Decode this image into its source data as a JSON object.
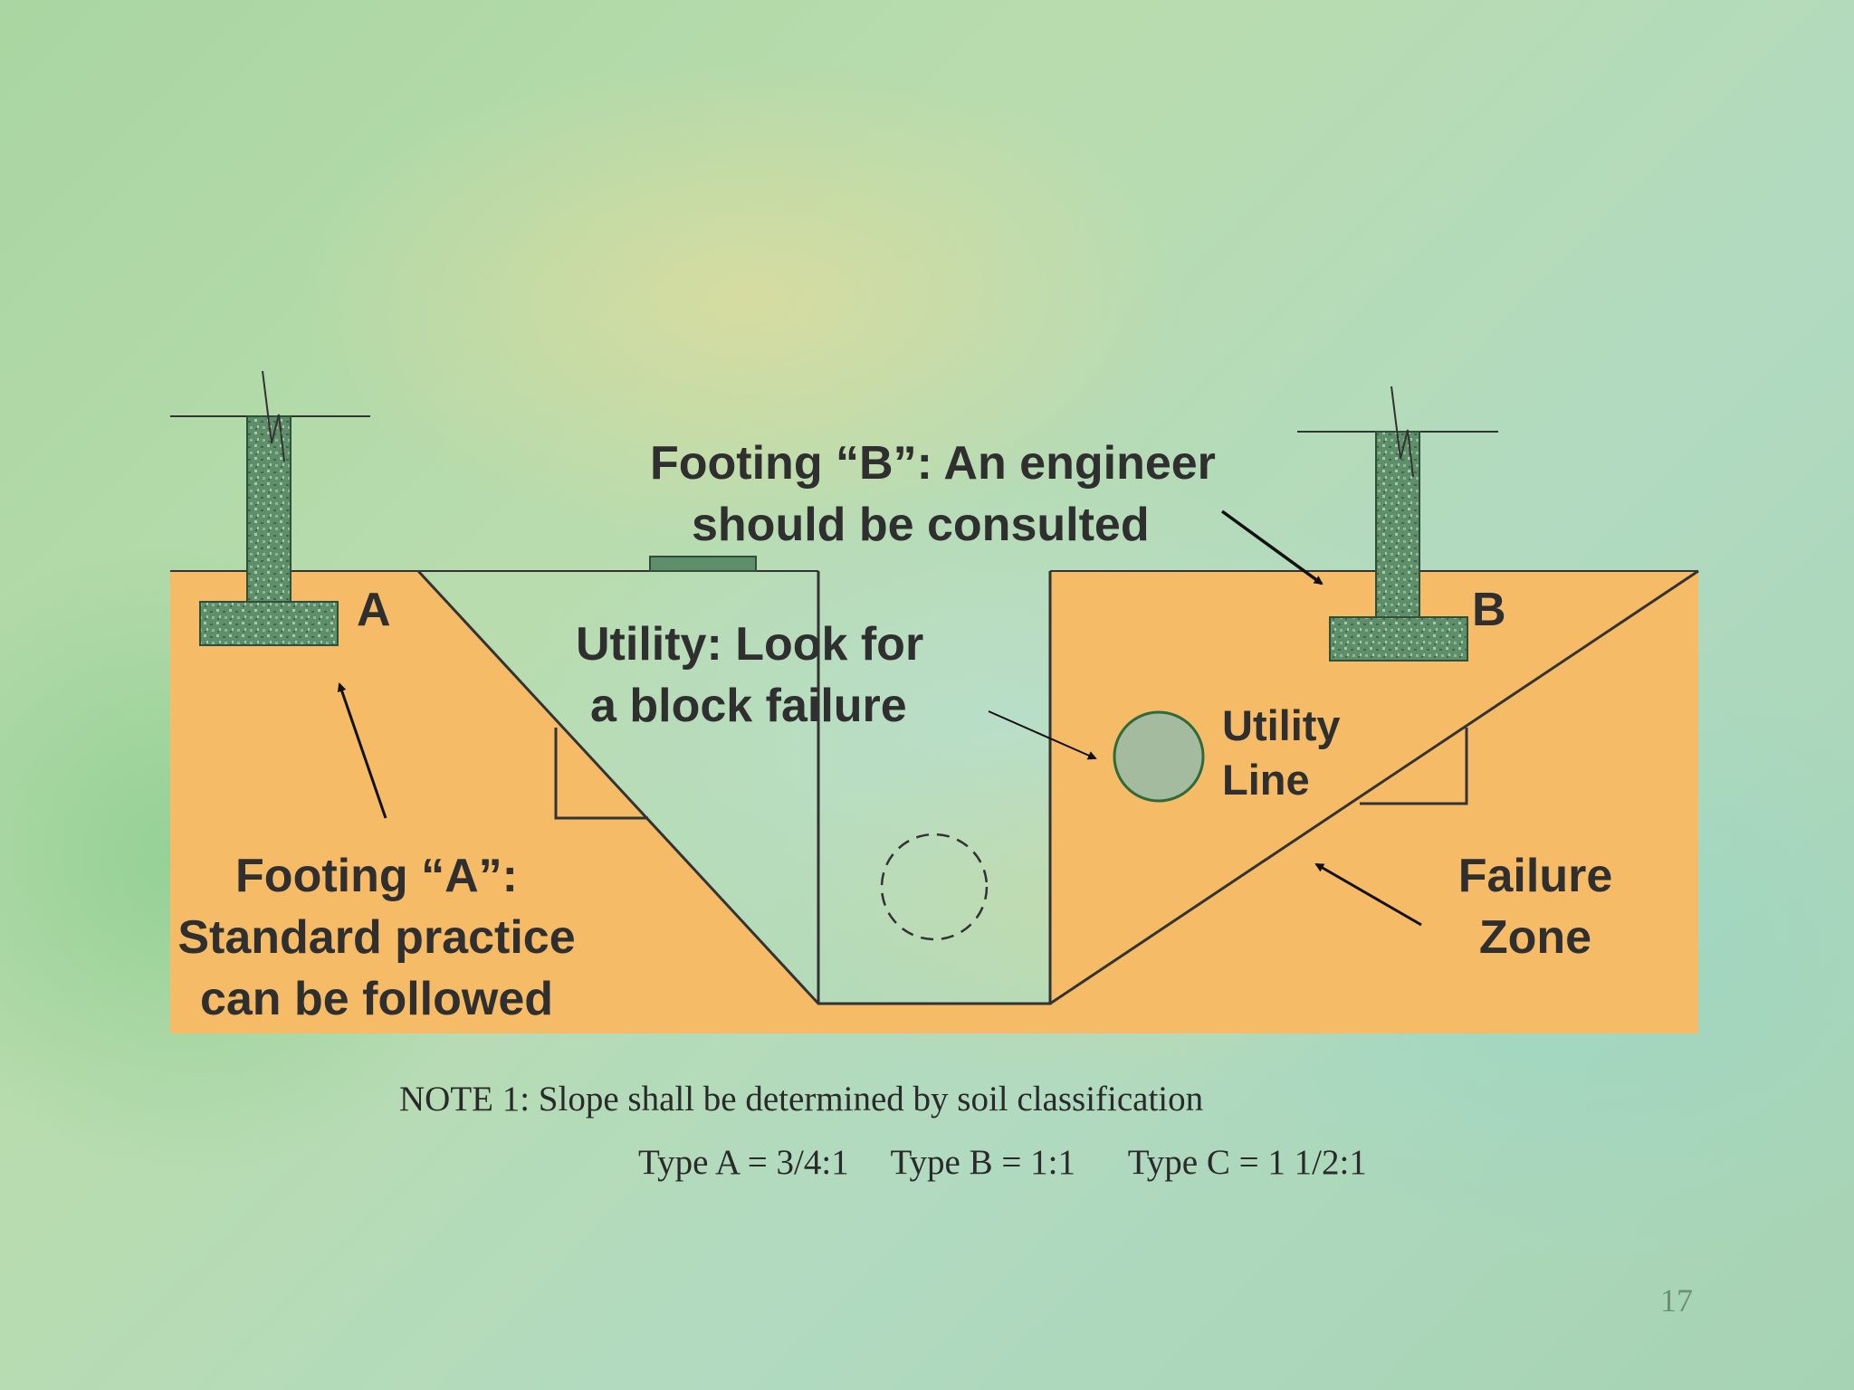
{
  "diagram": {
    "footing_b_callout": [
      "Footing “B”:  An engineer",
      "should be consulted"
    ],
    "utility_callout": [
      "Utility:  Look for",
      "a block failure"
    ],
    "label_a": "A",
    "label_b": "B",
    "utility_line_label": [
      "Utility",
      "Line"
    ],
    "footing_a_callout": [
      "Footing “A”:",
      "Standard practice",
      "can be followed"
    ],
    "failure_zone_label": [
      "Failure",
      "Zone"
    ]
  },
  "notes": {
    "note1": "NOTE 1:  Slope shall be determined by soil classification",
    "types": [
      "Type A = 3/4:1",
      "Type B = 1:1",
      "Type C = 1 1/2:1"
    ]
  },
  "page_number": "17",
  "colors": {
    "soil": "#f5bb66",
    "footing": "#5f8f6a",
    "utility_pipe": "#a4bba0",
    "text": "#2f2f2f"
  }
}
